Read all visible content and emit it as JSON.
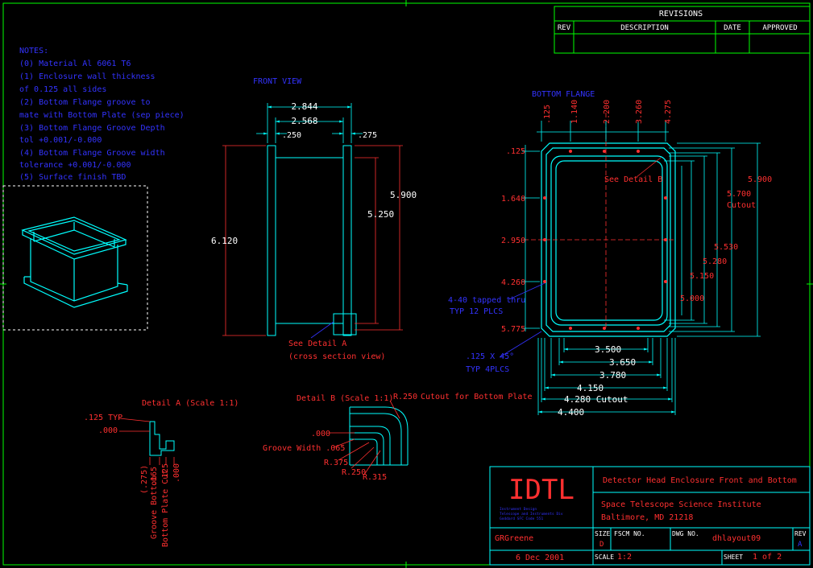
{
  "revisions": {
    "title": "REVISIONS",
    "headers": [
      "REV",
      "DESCRIPTION",
      "DATE",
      "APPROVED"
    ]
  },
  "notes": {
    "title": "NOTES:",
    "lines": [
      "(0)  Material Al 6061 T6",
      "(1)  Enclosure wall thickness",
      "  of 0.125 all sides",
      "(2)  Bottom Flange groove to",
      "mate with Bottom Plate (sep piece)",
      "(3)  Bottom Flange Groove Depth",
      "tol +0.001/-0.000",
      "(4)  Bottom Flange Groove width",
      "tolerance +0.001/-0.000",
      "(5)  Surface finish TBD"
    ]
  },
  "front_view": {
    "label": "FRONT VIEW",
    "dims": {
      "top_outer": "2.844",
      "top_inner": "2.568",
      "left_small": ".250",
      "right_small": ".275",
      "height_outer": "6.120",
      "height_mid": "5.250",
      "height_right": "5.900"
    },
    "callout": [
      "See Detail A",
      "(cross section view)"
    ]
  },
  "bottom_flange": {
    "label": "BOTTOM FLANGE",
    "top_dims": [
      ".125",
      "1.140",
      "2.200",
      "3.260",
      "4.275"
    ],
    "left_dims": [
      ".125",
      "1.640",
      "2.950",
      "4.260",
      "5.775"
    ],
    "right_dims": [
      "5.900",
      "5.700",
      "Cutout",
      "5.530",
      "5.280",
      "5.150",
      "5.000"
    ],
    "bottom_dims": [
      "3.500",
      "3.650",
      "3.780",
      "4.150",
      "4.280 Cutout",
      "4.400"
    ],
    "callout_b": "See Detail B",
    "tap_note": [
      "4-40 tapped thru",
      "TYP 12 PLCS"
    ],
    "chamfer_note": [
      ".125 X 45°",
      "TYP 4PLCS"
    ]
  },
  "detail_a": {
    "title": "Detail A  (Scale 1:1)",
    "labels": [
      ".125 TYP",
      ".000"
    ],
    "vertical_labels": [
      "(.275)",
      ".165",
      ".125",
      ".000"
    ],
    "vertical_captions": [
      "Groove Bottom",
      "Bottom Plate Cut"
    ]
  },
  "detail_b": {
    "title": "Detail B (Scale 1:1)",
    "radius_top": "R.250",
    "cutout_note": "Cutout for Bottom Plate",
    "labels": [
      ".000",
      "Groove Width .065",
      "R.375",
      "R.250",
      "R.315"
    ]
  },
  "title_block": {
    "logo": "IDTL",
    "logo_sub": [
      "Instrument Design",
      "Telescope and Instruments Div",
      "Goddard SFC Code 551"
    ],
    "drawing_title": "Detector Head Enclosure Front and Bottom",
    "org_line1": "Space Telescope Science Institute",
    "org_line2": "Baltimore, MD  21218",
    "author": "GRGreene",
    "date": "6 Dec 2001",
    "size_label": "SIZE",
    "size_value": "D",
    "fscm_label": "FSCM NO.",
    "dwg_label": "DWG NO.",
    "dwg_value": "dhlayout09",
    "rev_label": "REV",
    "rev_value": "A",
    "scale_label": "SCALE",
    "scale_value": "1:2",
    "sheet_label": "SHEET",
    "sheet_value": "1 of 2"
  }
}
